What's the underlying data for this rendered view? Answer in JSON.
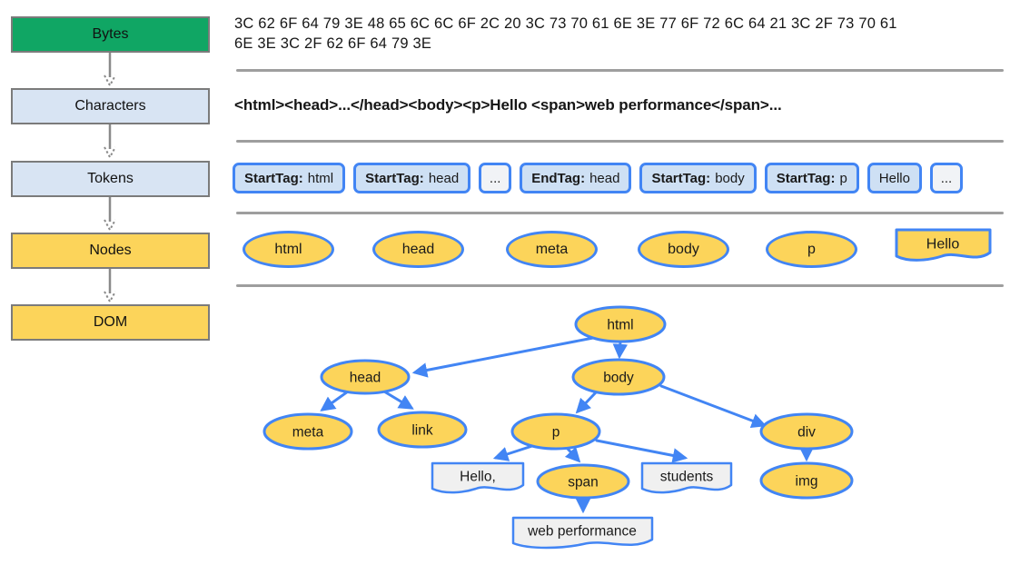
{
  "colors": {
    "stage_green": "#10a664",
    "stage_light_blue": "#d8e4f3",
    "stage_yellow": "#fcd45a",
    "token_fill": "#cee0f4",
    "token_fill_light": "#f1f3f6",
    "blue_accent": "#4285f4",
    "gray_border": "#7b7b7b",
    "divider_gray": "#9e9e9e",
    "text_node_fill": "#f0f0f0"
  },
  "pipeline": {
    "stages": [
      {
        "label": "Bytes"
      },
      {
        "label": "Characters"
      },
      {
        "label": "Tokens"
      },
      {
        "label": "Nodes"
      },
      {
        "label": "DOM"
      }
    ]
  },
  "bytes": {
    "lines": [
      "3C 62 6F 64 79 3E 48 65 6C 6C 6F 2C 20 3C 73 70 61 6E 3E 77 6F 72 6C 64 21 3C 2F 73 70 61",
      "6E 3E 3C 2F 62 6F 64 79 3E"
    ]
  },
  "characters": {
    "text": "<html><head>...</head><body><p>Hello <span>web performance</span>..."
  },
  "tokens": {
    "items": [
      {
        "label": "StartTag:",
        "value": "html"
      },
      {
        "label": "StartTag:",
        "value": "head"
      },
      {
        "label": "",
        "value": "..."
      },
      {
        "label": "EndTag:",
        "value": "head"
      },
      {
        "label": "StartTag:",
        "value": "body"
      },
      {
        "label": "StartTag:",
        "value": "p"
      },
      {
        "label": "",
        "value": "Hello"
      },
      {
        "label": "",
        "value": "..."
      }
    ]
  },
  "nodes_row": {
    "ellipses": [
      "html",
      "head",
      "meta",
      "body",
      "p"
    ],
    "text_node": "Hello"
  },
  "dom_tree": {
    "elements": {
      "html": "html",
      "head": "head",
      "body": "body",
      "meta": "meta",
      "link": "link",
      "p": "p",
      "div": "div",
      "span": "span",
      "img": "img"
    },
    "text_nodes": {
      "hello": "Hello,",
      "students": "students",
      "web_performance": "web performance"
    }
  }
}
